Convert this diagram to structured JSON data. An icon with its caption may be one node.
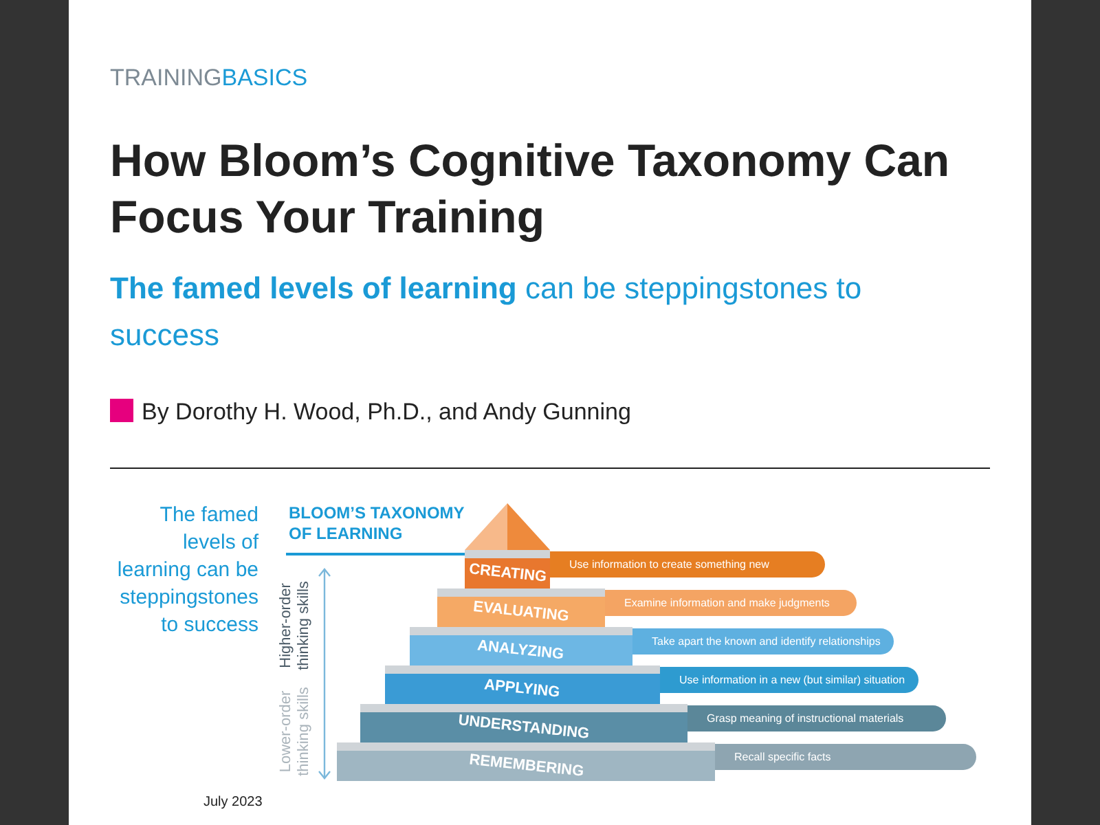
{
  "diagram": {
    "title": "How Bloom’s Cognitive Taxonomy Can Focus Your Training",
    "nodes": [
      {
        "text": [
          "CREATING"
        ]
      },
      {
        "text": [
          "Use information to create something new"
        ]
      },
      {
        "text": [
          "EVALUATING"
        ]
      },
      {
        "text": [
          "Examine information and make judgments"
        ]
      },
      {
        "text": [
          "ANALYZING"
        ]
      },
      {
        "text": [
          "Take apart the known and identify relationships"
        ]
      },
      {
        "text": [
          "APPLYING"
        ]
      },
      {
        "text": [
          "Use information in a new (but similar) situation"
        ]
      },
      {
        "text": [
          "UNDERSTANDING"
        ]
      },
      {
        "text": [
          "Grasp meaning of instructional materials"
        ]
      },
      {
        "text": [
          "REMEMBERING"
        ]
      },
      {
        "text": [
          "Recall specific facts"
        ]
      }
    ],
    "labels": [
      "TRAINING",
      "BASICS",
      "**The famed levels of learning** can be steppingstones to success",
      "By Dorothy H. Wood, Ph.D., and Andy Gunning",
      "The famed levels of learning can be steppingstones to success",
      "BLOOM’S TAXONOMY OF LEARNING",
      "Higher-order thinking skills",
      "Lower-order thinking skills",
      "July 2023"
    ]
  }
}
